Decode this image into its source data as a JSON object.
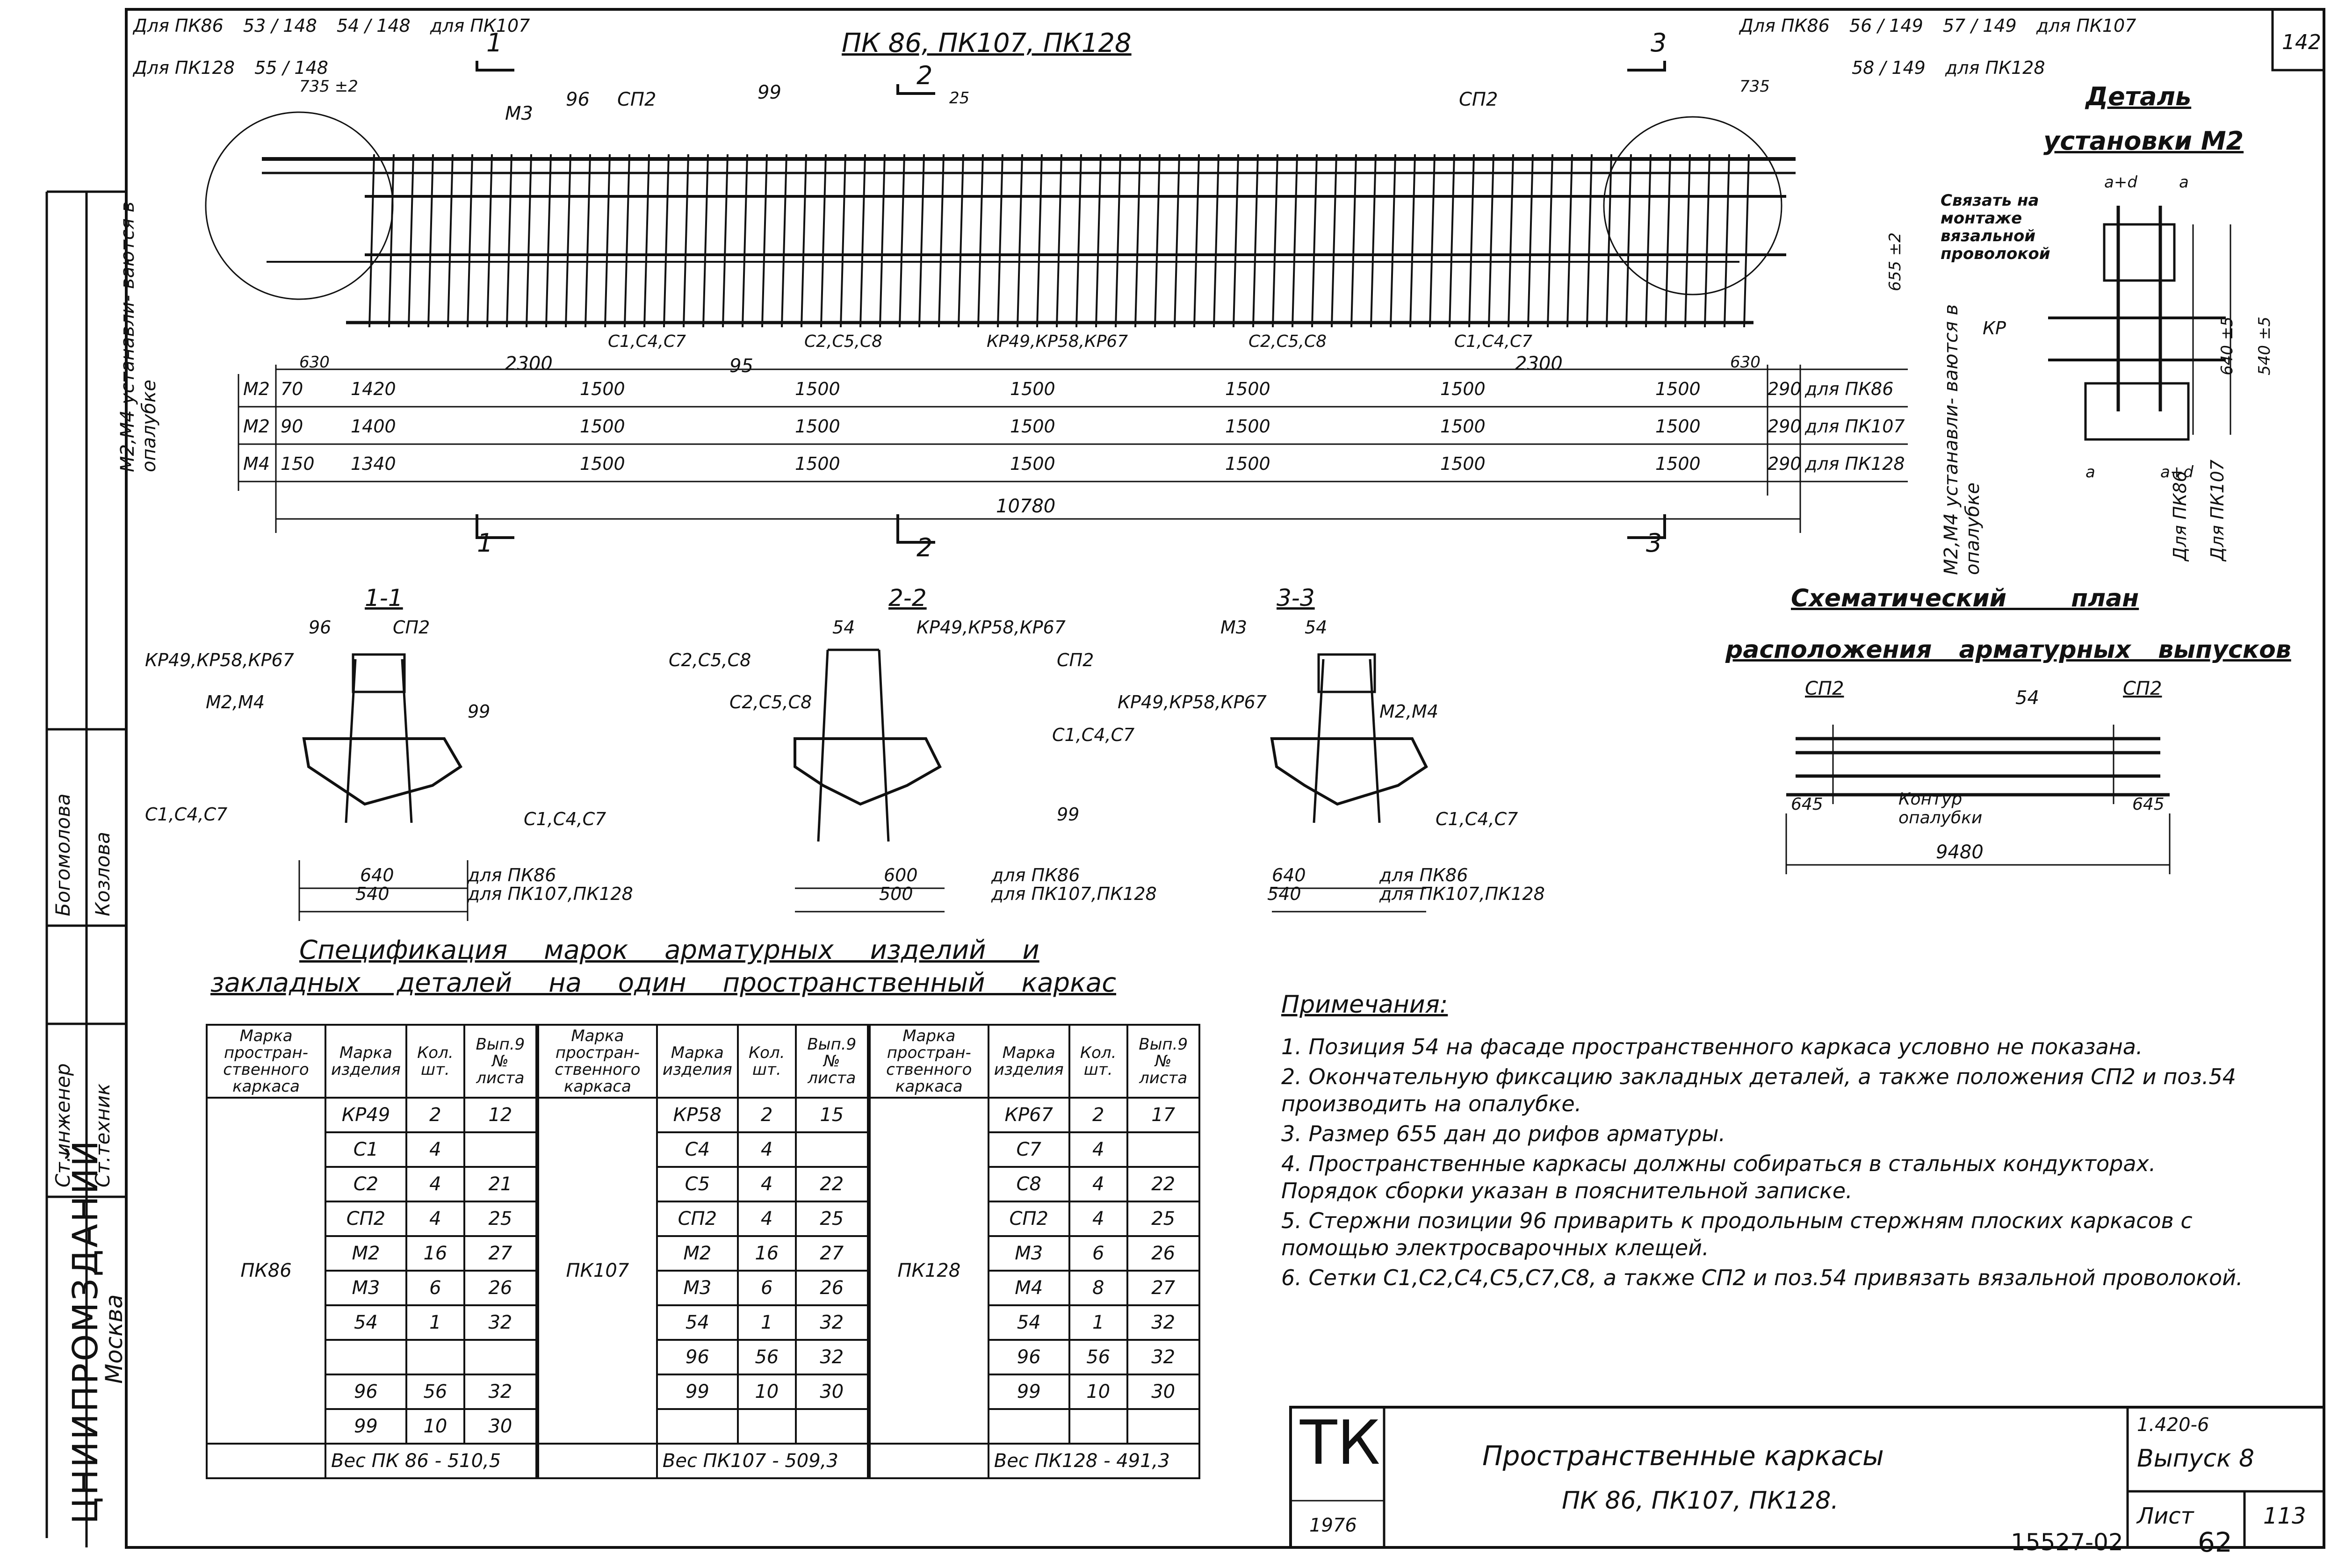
{
  "sheet_number_top": "142",
  "title_main": "ПК 86, ПК107, ПК128",
  "section_marks": [
    "1",
    "2",
    "3",
    "1",
    "2",
    "3"
  ],
  "ref_left": {
    "row1": [
      "Для ПК86",
      "53 / 148",
      "54 / 148",
      "для ПК107"
    ],
    "row2": [
      "Для ПК128",
      "55 / 148"
    ]
  },
  "ref_right": {
    "row1": [
      "Для ПК86",
      "56 / 149",
      "57 / 149",
      "для ПК107"
    ],
    "row2": [
      "58 / 149",
      "для ПК128"
    ]
  },
  "elevation_labels": {
    "m3": "М3",
    "p96": "96",
    "sp2a": "СП2",
    "p99": "99",
    "sp2b": "СП2",
    "d25": "25",
    "d735a": "735 ±2",
    "d735b": "735",
    "d655": "655 ±2",
    "p95": "95",
    "c147a": "С1,С4,С7",
    "c258a": "С2,С5,С8",
    "kp": "КР49,КР58,КР67",
    "c258b": "С2,С5,С8",
    "c147b": "С1,С4,С7",
    "d630a": "630",
    "d2300a": "2300",
    "d2300b": "2300",
    "d630b": "630"
  },
  "dim_rows": [
    {
      "mark": "М2",
      "first_small": "70",
      "first": "1420",
      "spans": [
        "1500",
        "1500",
        "1500",
        "1500",
        "1500",
        "1500"
      ],
      "last": "290",
      "for": "для ПК86"
    },
    {
      "mark": "М2",
      "first_small": "90",
      "first": "1400",
      "spans": [
        "1500",
        "1500",
        "1500",
        "1500",
        "1500",
        "1500"
      ],
      "last": "290",
      "for": "для ПК107"
    },
    {
      "mark": "М4",
      "first_small": "150",
      "first": "1340",
      "spans": [
        "1500",
        "1500",
        "1500",
        "1500",
        "1500",
        "1500"
      ],
      "last": "290",
      "for": "для ПК128"
    }
  ],
  "total_length": "10780",
  "vertical_note_left": "М2,М4 устанавли- ваются в опалубке",
  "vertical_note_right": "М2,М4 устанавли- ваются в опалубке",
  "detail_m2": {
    "title1": "Деталь",
    "title2": "установки М2",
    "tie_note": "Связать на монтаже вязальной проволокой",
    "kp": "КР",
    "a_d_top": "a+d",
    "a_top": "a",
    "a_bot": "a",
    "a_d_bot": "a+d",
    "h640": "640 ±5",
    "h540": "540 ±5",
    "for86": "Для ПК86",
    "for107": "Для ПК107"
  },
  "sections": [
    {
      "title": "1-1",
      "labels": [
        "96",
        "СП2",
        "КР49,КР58,КР67",
        "М2,М4",
        "99",
        "С1,С4,С7",
        "С1,С4,С7"
      ],
      "w1": "640",
      "w2": "540",
      "for1": "для ПК86",
      "for2": "для ПК107,ПК128"
    },
    {
      "title": "2-2",
      "labels": [
        "54",
        "КР49,КР58,КР67",
        "С2,С5,С8",
        "С2,С5,С8"
      ],
      "w1": "600",
      "w2": "500",
      "for1": "для ПК86",
      "for2": "для ПК107,ПК128"
    },
    {
      "title": "3-3",
      "labels": [
        "М3",
        "54",
        "СП2",
        "КР49,КР58,КР67",
        "М2,М4",
        "99",
        "С1,С4,С7",
        "С1,С4,С7"
      ],
      "w1": "640",
      "w2": "540",
      "for1": "для ПК86",
      "for2": "для ПК107,ПК128"
    }
  ],
  "schematic": {
    "title1": "Схематический план",
    "title2": "расположения арматурных выпусков",
    "sp2a": "СП2",
    "p54": "54",
    "sp2b": "СП2",
    "contour": "Контур опалубки",
    "d645a": "645",
    "d645b": "645",
    "d9480": "9480"
  },
  "spec_title1": "Спецификация марок арматурных изделий и",
  "spec_title2": "закладных деталей на один пространственный каркас",
  "spec_headers": [
    "Марка простран- ственного каркаса",
    "Марка изделия",
    "Кол. шт.",
    "Вып.9 № листа"
  ],
  "spec_tables": [
    {
      "frame": "ПК86",
      "rows": [
        [
          "КР49",
          "2",
          "12"
        ],
        [
          "С1",
          "4",
          ""
        ],
        [
          "С2",
          "4",
          "21"
        ],
        [
          "СП2",
          "4",
          "25"
        ],
        [
          "М2",
          "16",
          "27"
        ],
        [
          "М3",
          "6",
          "26"
        ],
        [
          "54",
          "1",
          "32"
        ],
        [
          "",
          "",
          ""
        ],
        [
          "96",
          "56",
          "32"
        ],
        [
          "99",
          "10",
          "30"
        ]
      ],
      "weight": "Вес ПК 86 - 510,5"
    },
    {
      "frame": "ПК107",
      "rows": [
        [
          "КР58",
          "2",
          "15"
        ],
        [
          "С4",
          "4",
          ""
        ],
        [
          "С5",
          "4",
          "22"
        ],
        [
          "СП2",
          "4",
          "25"
        ],
        [
          "М2",
          "16",
          "27"
        ],
        [
          "М3",
          "6",
          "26"
        ],
        [
          "54",
          "1",
          "32"
        ],
        [
          "96",
          "56",
          "32"
        ],
        [
          "99",
          "10",
          "30"
        ],
        [
          "",
          "",
          ""
        ]
      ],
      "weight": "Вес ПК107 - 509,3"
    },
    {
      "frame": "ПК128",
      "rows": [
        [
          "КР67",
          "2",
          "17"
        ],
        [
          "С7",
          "4",
          ""
        ],
        [
          "С8",
          "4",
          "22"
        ],
        [
          "СП2",
          "4",
          "25"
        ],
        [
          "М3",
          "6",
          "26"
        ],
        [
          "М4",
          "8",
          "27"
        ],
        [
          "54",
          "1",
          "32"
        ],
        [
          "96",
          "56",
          "32"
        ],
        [
          "99",
          "10",
          "30"
        ],
        [
          "",
          "",
          ""
        ]
      ],
      "weight": "Вес ПК128 - 491,3"
    }
  ],
  "notes_title": "Примечания:",
  "notes": [
    "1. Позиция 54 на фасаде пространственного каркаса условно не показана.",
    "2. Окончательную фиксацию закладных деталей, а также положения СП2 и поз.54 производить на опалубке.",
    "3. Размер 655 дан до рифов арматуры.",
    "4. Пространственные каркасы должны собираться в стальных кондукторах. Порядок сборки указан в пояснительной записке.",
    "5. Стержни позиции 96 приварить к продольным стержням плоских каркасов с помощью электросварочных клещей.",
    "6. Сетки С1,С2,С4,С5,С7,С8, а также СП2 и поз.54 привязать вязальной проволокой."
  ],
  "stamp": {
    "tk": "ТК",
    "year": "1976",
    "title1": "Пространственные каркасы",
    "title2": "ПК 86, ПК107, ПК128.",
    "series": "1.420-6",
    "issue": "Выпуск 8",
    "sheet_label": "Лист",
    "sheet": "113"
  },
  "left_strip": {
    "org": "ЦНИИПРОМЗДАНИЙ",
    "city": "Москва",
    "role1": "Ст.инженер",
    "role2": "Ст.техник",
    "name1": "Богомолова",
    "name2": "Козлова"
  },
  "bottom_number": "15527-02",
  "bottom_page": "62"
}
